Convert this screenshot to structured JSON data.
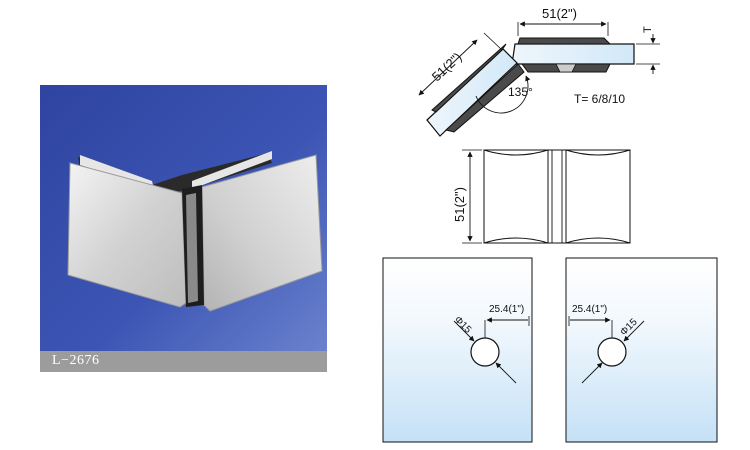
{
  "product": {
    "model_code": "L−2676"
  },
  "top_view": {
    "width_label": "51(2\")",
    "diagonal_label": "51(2\")",
    "thickness_symbol": "T",
    "angle_label": "135°",
    "thickness_spec": "T= 6/8/10"
  },
  "front_view": {
    "height_label": "51(2\")"
  },
  "glass_left": {
    "offset_label": "25.4(1\")",
    "hole_label": "Φ15"
  },
  "glass_right": {
    "offset_label": "25.4(1\")",
    "hole_label": "Φ15"
  },
  "colors": {
    "photo_bg": "#3a4fa8",
    "metal": "#d8d8d8",
    "glass_top": "#ffffff",
    "glass_bottom": "#c9e4f7",
    "label_bar": "#9c9c9c"
  }
}
